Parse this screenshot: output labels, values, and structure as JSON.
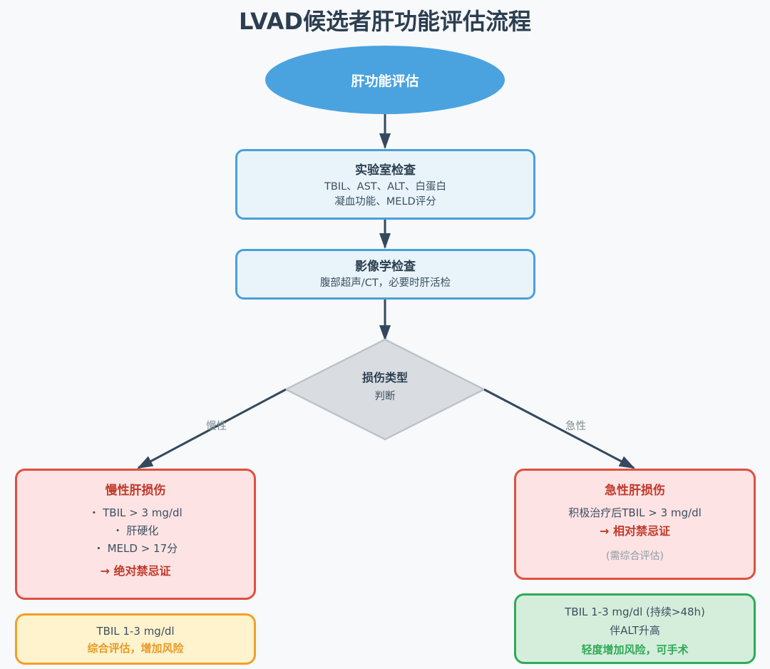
{
  "title": "LVAD候选者肝功能评估流程",
  "colors": {
    "background": "#f7f9fb",
    "start_fill": "#4aa3df",
    "process_fill": "#e8f4fa",
    "process_border": "#4a9fd8",
    "decision_fill": "#d9dde1",
    "decision_border": "#bcc3ca",
    "danger_fill": "#fde3e3",
    "danger_border": "#e04f3f",
    "danger_text": "#c0392b",
    "warning_fill": "#fff3cd",
    "warning_border": "#f0a02a",
    "warning_text": "#e89a25",
    "success_fill": "#d5eedb",
    "success_border": "#2faa5a",
    "success_text": "#2fa957",
    "edge": "#34495e"
  },
  "nodes": {
    "start": {
      "label": "肝功能评估"
    },
    "lab_tests": {
      "title": "实验室检查",
      "lines": [
        "TBIL、AST、ALT、白蛋白",
        "凝血功能、MELD评分"
      ]
    },
    "imaging": {
      "title": "影像学检查",
      "lines": [
        "腹部超声/CT，必要时肝活检"
      ]
    },
    "decision": {
      "title": "损伤类型",
      "subtitle": "判断"
    },
    "chronic": {
      "title": "慢性肝损伤",
      "items": [
        "・ TBIL > 3 mg/dl",
        "・ 肝硬化",
        "・ MELD > 17分"
      ],
      "conclusion": "→ 绝对禁忌证"
    },
    "acute": {
      "title": "急性肝损伤",
      "line": "积极治疗后TBIL > 3 mg/dl",
      "conclusion": "→ 相对禁忌证",
      "note": "(需综合评估)"
    },
    "chronic_mild": {
      "line": "TBIL 1-3 mg/dl",
      "conclusion": "综合评估，增加风险"
    },
    "acute_mild": {
      "lines": [
        "TBIL 1-3 mg/dl (持续>48h)",
        "伴ALT升高"
      ],
      "conclusion": "轻度增加风险，可手术"
    }
  },
  "edges": [
    {
      "from": "start",
      "to": "lab_tests",
      "label": ""
    },
    {
      "from": "lab_tests",
      "to": "imaging",
      "label": ""
    },
    {
      "from": "imaging",
      "to": "decision",
      "label": ""
    },
    {
      "from": "decision",
      "to": "chronic",
      "label": "慢性"
    },
    {
      "from": "decision",
      "to": "acute",
      "label": "急性"
    }
  ]
}
